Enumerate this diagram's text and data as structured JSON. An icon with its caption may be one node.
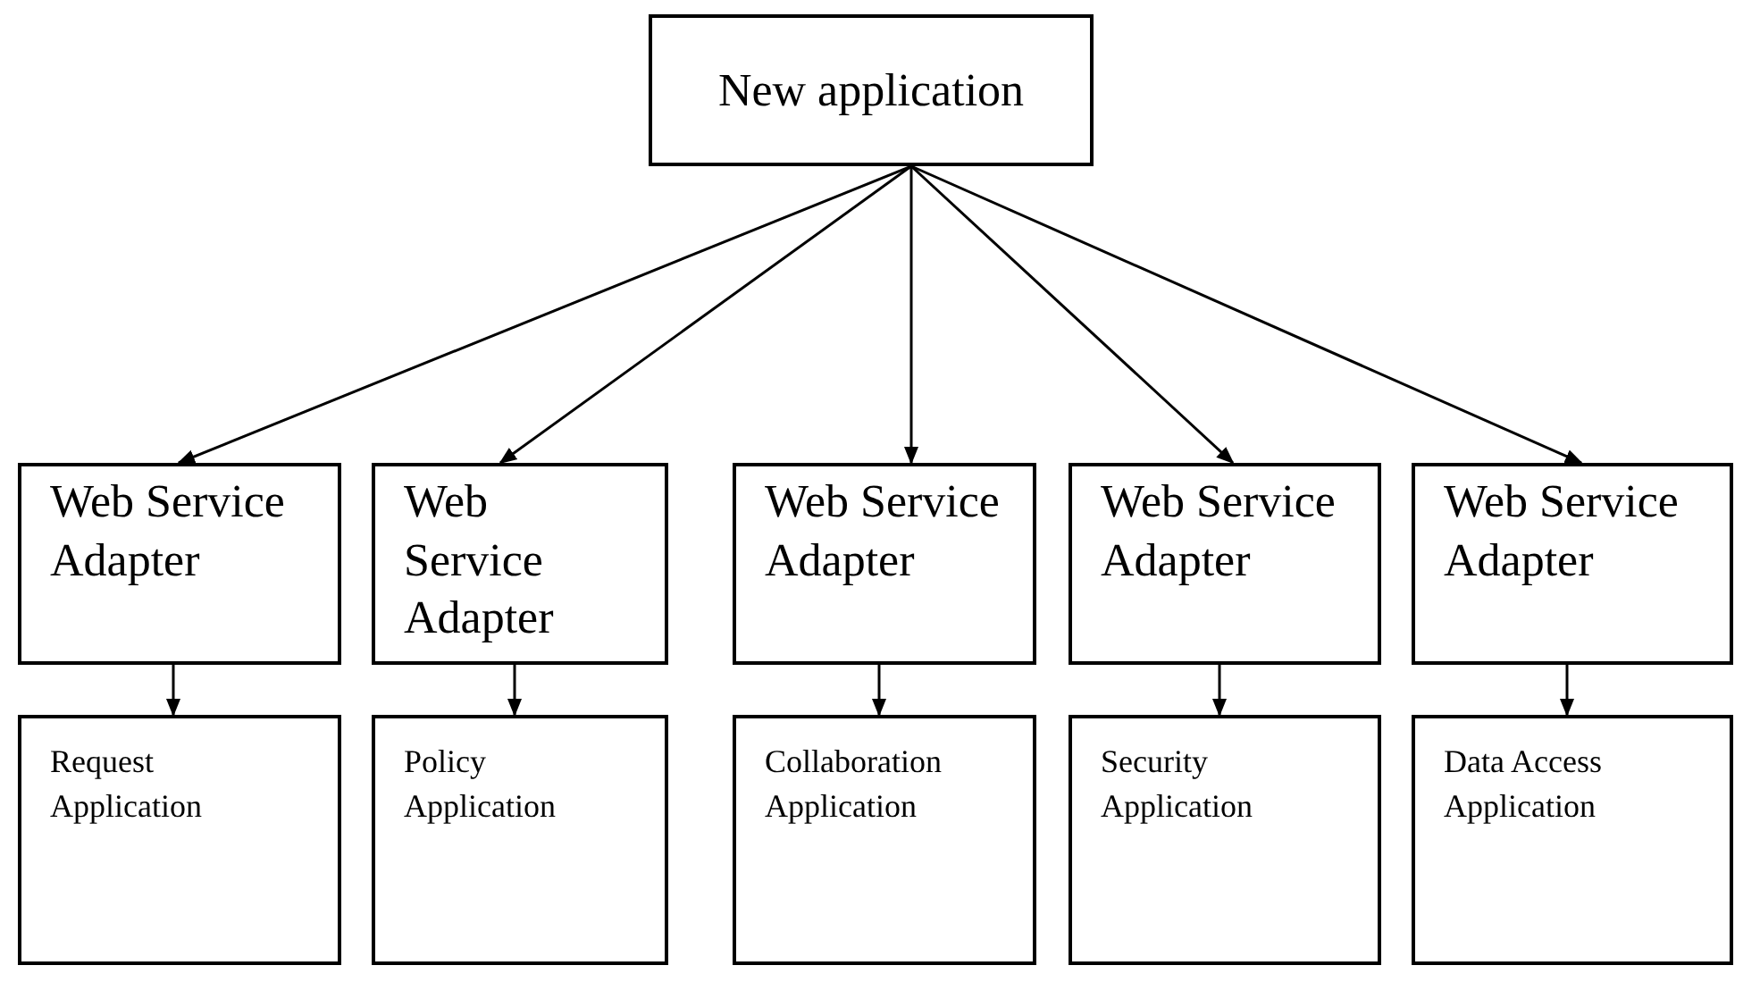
{
  "diagram": {
    "nodes": [
      {
        "text": [
          "New application"
        ]
      },
      {
        "text": [
          "Web Service Adapter"
        ]
      },
      {
        "text": [
          "Web Service Adapter"
        ]
      },
      {
        "text": [
          "Web Service Adapter"
        ]
      },
      {
        "text": [
          "Web Service Adapter"
        ]
      },
      {
        "text": [
          "Web Service Adapter"
        ]
      },
      {
        "text": [
          "Request Application"
        ]
      },
      {
        "text": [
          "Policy Application"
        ]
      },
      {
        "text": [
          "Collaboration Application"
        ]
      },
      {
        "text": [
          "Security Application"
        ]
      },
      {
        "text": [
          "Data Access Application"
        ]
      }
    ],
    "edges": [
      {
        "from": 0,
        "to": 1,
        "arrow": "to"
      },
      {
        "from": 0,
        "to": 2,
        "arrow": "to"
      },
      {
        "from": 0,
        "to": 3,
        "arrow": "to"
      },
      {
        "from": 0,
        "to": 4,
        "arrow": "to"
      },
      {
        "from": 0,
        "to": 5,
        "arrow": "to"
      },
      {
        "from": 1,
        "to": 6,
        "arrow": "to"
      },
      {
        "from": 2,
        "to": 7,
        "arrow": "to"
      },
      {
        "from": 3,
        "to": 8,
        "arrow": "to"
      },
      {
        "from": 4,
        "to": 9,
        "arrow": "to"
      },
      {
        "from": 5,
        "to": 10,
        "arrow": "to"
      }
    ]
  }
}
